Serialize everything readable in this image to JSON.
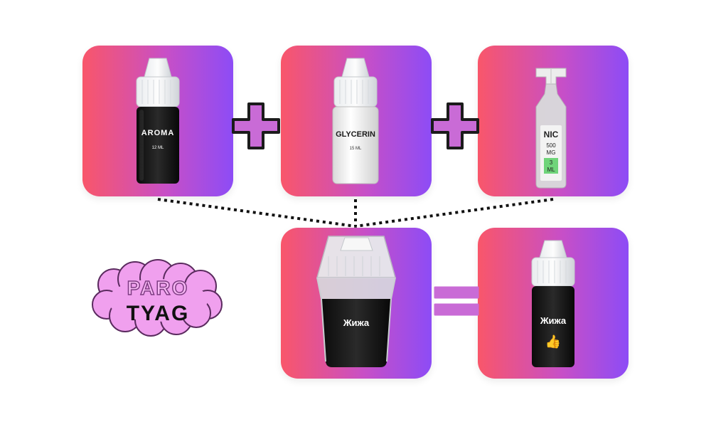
{
  "products": {
    "aroma": {
      "name": "AROMA",
      "volume": "12 ML"
    },
    "glycerin": {
      "name": "GLYCERIN",
      "volume": "15 ML"
    },
    "nic": {
      "name": "NIC",
      "strength_value": "500",
      "strength_unit": "MG",
      "volume_value": "3",
      "volume_unit": "ML"
    },
    "mix": {
      "name": "Жижа"
    },
    "result": {
      "name": "Жижа",
      "emoji": "👍"
    }
  },
  "operators": {
    "plus": "+",
    "equals": "="
  },
  "logo": {
    "line1": "PARO",
    "line2": "TYAG"
  },
  "colors": {
    "card_gradient_start": "#f9566a",
    "card_gradient_end": "#8d4cf6",
    "operator_fill": "#c96bd6",
    "logo_fill": "#f0a0ee",
    "nic_label_green": "#6fd47a"
  }
}
